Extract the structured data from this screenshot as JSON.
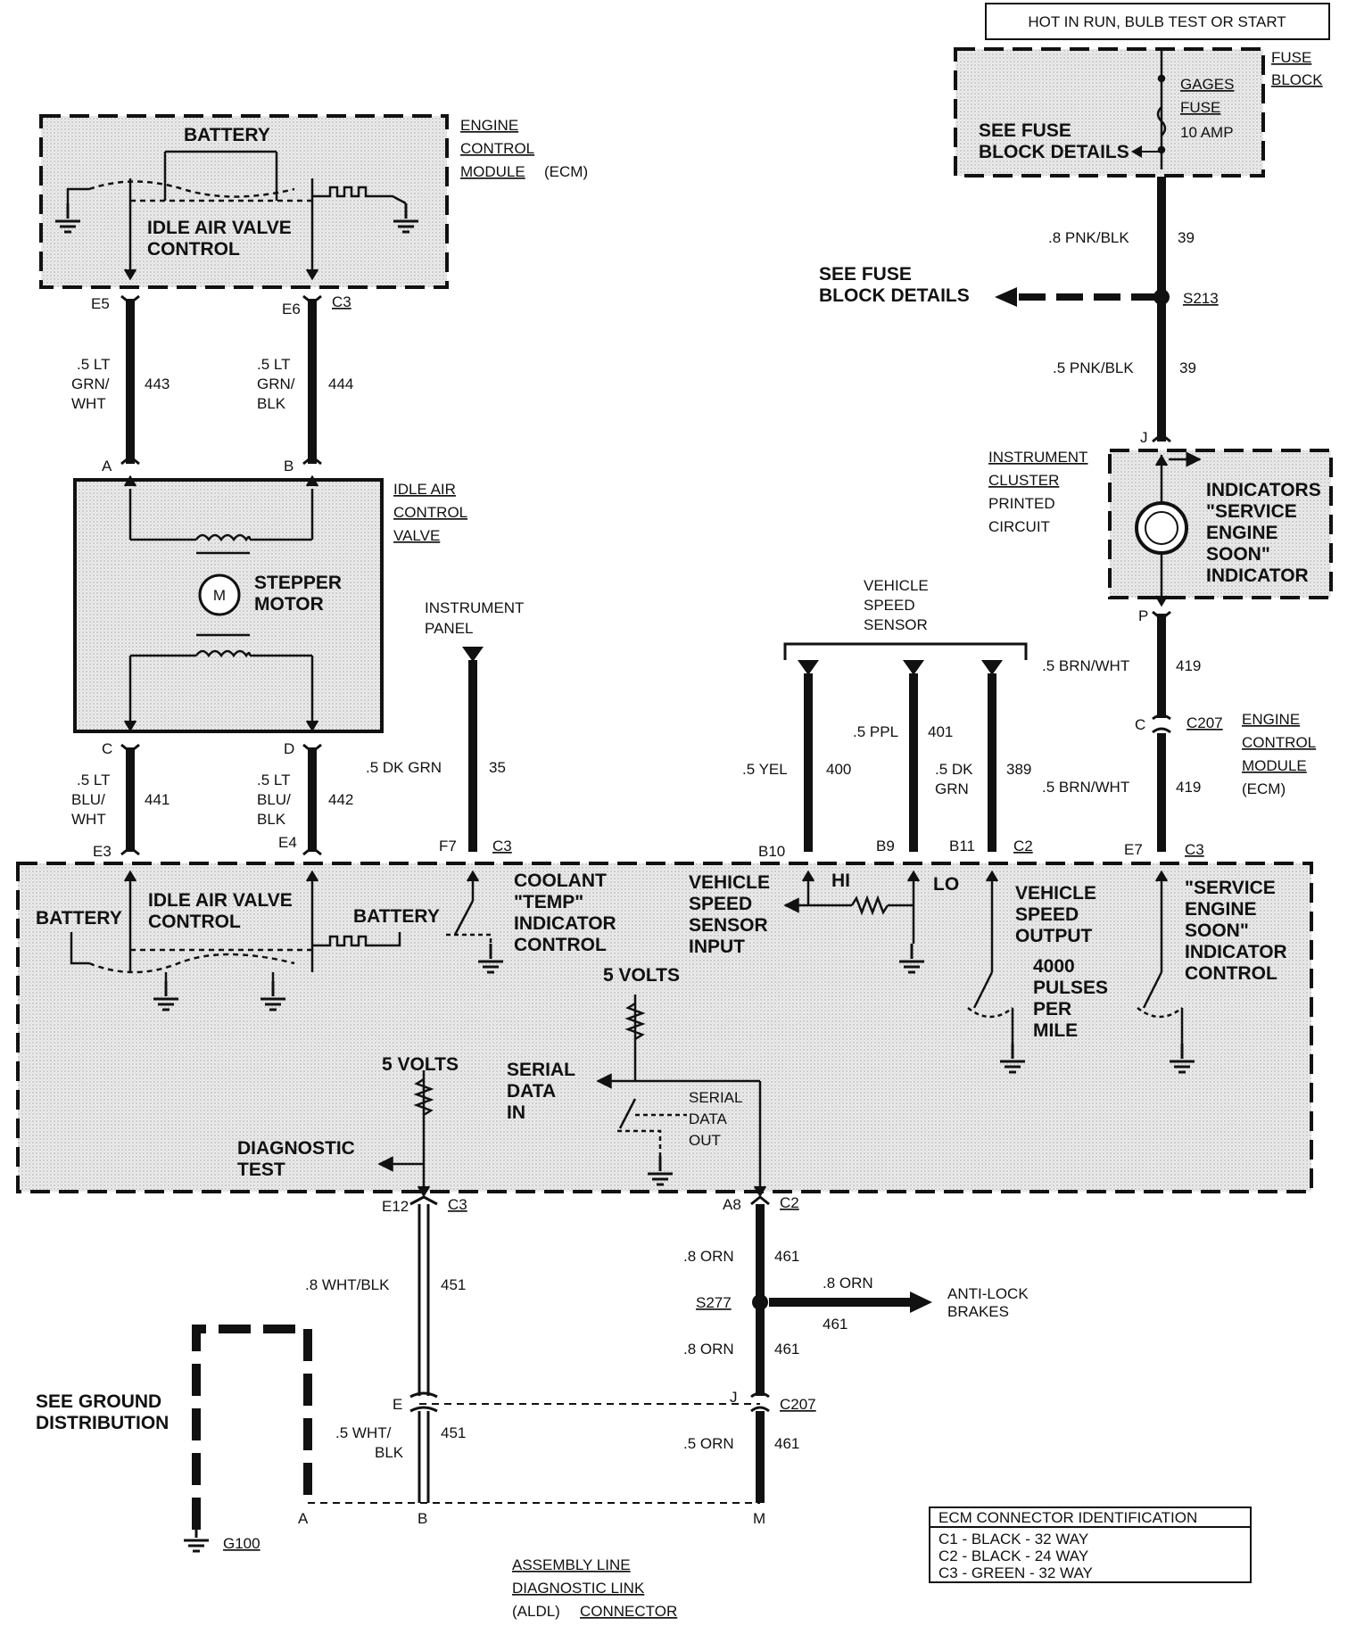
{
  "header": {
    "power_label": "HOT IN RUN, BULB TEST OR START"
  },
  "fuse_block": {
    "title_line1": "FUSE",
    "title_line2": "BLOCK",
    "see_details_line1": "SEE FUSE",
    "see_details_line2": "BLOCK DETAILS",
    "fuse_line1": "GAGES",
    "fuse_line2": "FUSE",
    "fuse_line3": "10 AMP"
  },
  "ecm_top": {
    "title_line1": "ENGINE",
    "title_line2": "CONTROL",
    "title_line3": "MODULE",
    "title_suffix": "(ECM)",
    "battery": "BATTERY",
    "iac_line1": "IDLE AIR VALVE",
    "iac_line2": "CONTROL",
    "pin_e5": "E5",
    "pin_e6": "E6",
    "conn_c3": "C3"
  },
  "iac_valve": {
    "title_line1": "IDLE AIR",
    "title_line2": "CONTROL",
    "title_line3": "VALVE",
    "motor_line1": "STEPPER",
    "motor_line2": "MOTOR",
    "motor_symbol": "M",
    "pin_a": "A",
    "pin_b": "B",
    "pin_c": "C",
    "pin_d": "D"
  },
  "wires": {
    "w443_gauge_1": ".5 LT",
    "w443_gauge_2": "GRN/",
    "w443_gauge_3": "WHT",
    "w443_num": "443",
    "w444_gauge_1": ".5 LT",
    "w444_gauge_2": "GRN/",
    "w444_gauge_3": "BLK",
    "w444_num": "444",
    "w441_gauge_1": ".5 LT",
    "w441_gauge_2": "BLU/",
    "w441_gauge_3": "WHT",
    "w441_num": "441",
    "w442_gauge_1": ".5 LT",
    "w442_gauge_2": "BLU/",
    "w442_gauge_3": "BLK",
    "w442_num": "442",
    "w35_label": ".5 DK GRN",
    "w35_num": "35",
    "w400_label": ".5 YEL",
    "w400_num": "400",
    "w401_label": ".5 PPL",
    "w401_num": "401",
    "w389_label_1": ".5 DK",
    "w389_label_2": "GRN",
    "w389_num": "389",
    "w39a_label": ".8 PNK/BLK",
    "w39a_num": "39",
    "w39b_label": ".5 PNK/BLK",
    "w39b_num": "39",
    "w419a_label": ".5 BRN/WHT",
    "w419a_num": "419",
    "w419b_label": ".5 BRN/WHT",
    "w419b_num": "419",
    "w451a_label": ".8 WHT/BLK",
    "w451a_num": "451",
    "w451b_label_1": ".5 WHT/",
    "w451b_label_2": "BLK",
    "w451b_num": "451",
    "w461a_label": ".8 ORN",
    "w461a_num": "461",
    "w461b_label": ".8 ORN",
    "w461b_num": "461",
    "w461c_label": ".5 ORN",
    "w461c_num": "461",
    "w461d_label": ".8 ORN",
    "w461d_num": "461"
  },
  "splices": {
    "s213": "S213",
    "s213_see_line1": "SEE FUSE",
    "s213_see_line2": "BLOCK DETAILS",
    "s277": "S277",
    "abs_line1": "ANTI-LOCK",
    "abs_line2": "BRAKES"
  },
  "cluster": {
    "title_line1": "INSTRUMENT",
    "title_line2": "CLUSTER",
    "title_line3": "PRINTED",
    "title_line4": "CIRCUIT",
    "ind_line1": "INDICATORS",
    "ind_line2": "\"SERVICE",
    "ind_line3": "ENGINE",
    "ind_line4": "SOON\"",
    "ind_line5": "INDICATOR",
    "pin_j": "J",
    "pin_p": "P"
  },
  "c207": {
    "pin_c": "C",
    "conn": "C207",
    "pin_e": "E",
    "pin_j": "J"
  },
  "ecm_right_label": {
    "line1": "ENGINE",
    "line2": "CONTROL",
    "line3": "MODULE",
    "line4": "(ECM)"
  },
  "instrument_panel": {
    "line1": "INSTRUMENT",
    "line2": "PANEL"
  },
  "vss": {
    "line1": "VEHICLE",
    "line2": "SPEED",
    "line3": "SENSOR"
  },
  "ecm_bottom": {
    "pin_e3": "E3",
    "pin_e4": "E4",
    "pin_f7": "F7",
    "conn_c3a": "C3",
    "pin_b10": "B10",
    "pin_b9": "B9",
    "pin_b11": "B11",
    "conn_c2a": "C2",
    "pin_e7": "E7",
    "conn_c3b": "C3",
    "pin_e12": "E12",
    "conn_c3c": "C3",
    "pin_a8": "A8",
    "conn_c2b": "C2",
    "battery_left": "BATTERY",
    "battery_right": "BATTERY",
    "iac_line1": "IDLE AIR VALVE",
    "iac_line2": "CONTROL",
    "coolant_line1": "COOLANT",
    "coolant_line2": "\"TEMP\"",
    "coolant_line3": "INDICATOR",
    "coolant_line4": "CONTROL",
    "vss_in_line1": "VEHICLE",
    "vss_in_line2": "SPEED",
    "vss_in_line3": "SENSOR",
    "vss_in_line4": "INPUT",
    "hi": "HI",
    "lo": "LO",
    "vso_line1": "VEHICLE",
    "vso_line2": "SPEED",
    "vso_line3": "OUTPUT",
    "pulses_line1": "4000",
    "pulses_line2": "PULSES",
    "pulses_line3": "PER",
    "pulses_line4": "MILE",
    "ses_line1": "\"SERVICE",
    "ses_line2": "ENGINE",
    "ses_line3": "SOON\"",
    "ses_line4": "INDICATOR",
    "ses_line5": "CONTROL",
    "five_volts_a": "5 VOLTS",
    "five_volts_b": "5 VOLTS",
    "serial_in_line1": "SERIAL",
    "serial_in_line2": "DATA",
    "serial_in_line3": "IN",
    "serial_out_line1": "SERIAL",
    "serial_out_line2": "DATA",
    "serial_out_line3": "OUT",
    "diag_line1": "DIAGNOSTIC",
    "diag_line2": "TEST"
  },
  "ground": {
    "see_line1": "SEE GROUND",
    "see_line2": "DISTRIBUTION",
    "g100": "G100"
  },
  "aldl": {
    "pin_a": "A",
    "pin_b": "B",
    "pin_m": "M",
    "line1": "ASSEMBLY LINE",
    "line2": "DIAGNOSTIC LINK",
    "line3_prefix": "(ALDL)",
    "line3_suffix": "CONNECTOR"
  },
  "ecm_id": {
    "title": "ECM CONNECTOR IDENTIFICATION",
    "row1": "C1 - BLACK - 32 WAY",
    "row2": "C2 - BLACK - 24 WAY",
    "row3": "C3 - GREEN - 32 WAY"
  }
}
